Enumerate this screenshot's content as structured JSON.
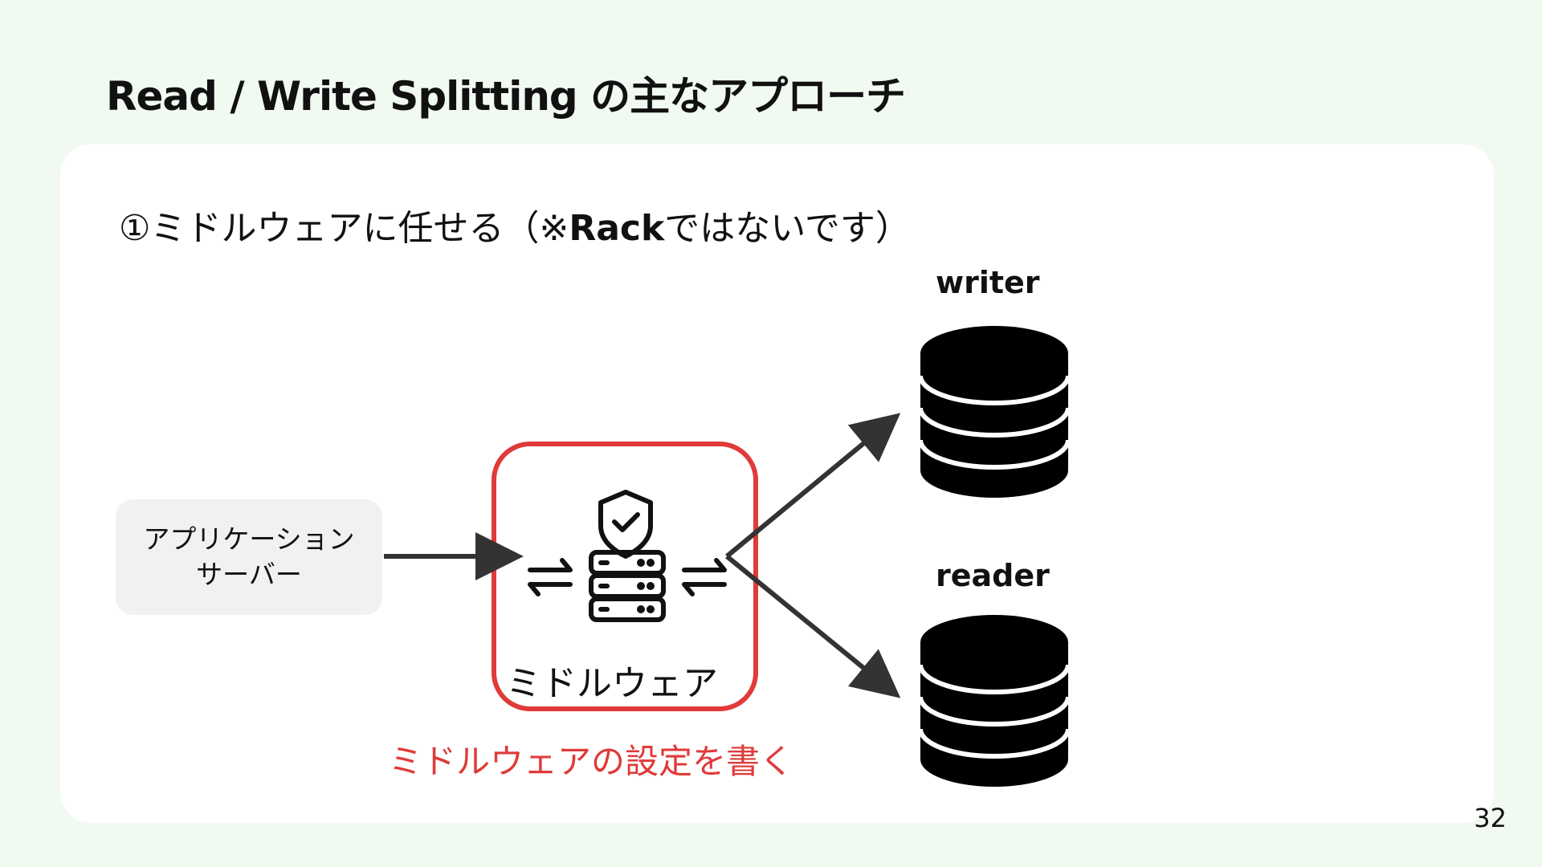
{
  "slide": {
    "title": "Read / Write Splitting の主なアプローチ",
    "subtitle_prefix": "①ミドルウェアに任せる（※",
    "subtitle_strong": "Rack",
    "subtitle_suffix": "ではないです）",
    "page_number": "32"
  },
  "diagram": {
    "app_server_line1": "アプリケーション",
    "app_server_line2": "サーバー",
    "middleware_label": "ミドルウェア",
    "middleware_note": "ミドルウェアの設定を書く",
    "writer_label": "writer",
    "reader_label": "reader"
  },
  "colors": {
    "background": "#f1faf1",
    "card": "#ffffff",
    "accent_red": "#e03a3a",
    "arrow": "#333333",
    "app_box": "#f1f1f1"
  },
  "icons": {
    "middleware": "shield-server-sync-icon",
    "database": "database-icon"
  }
}
